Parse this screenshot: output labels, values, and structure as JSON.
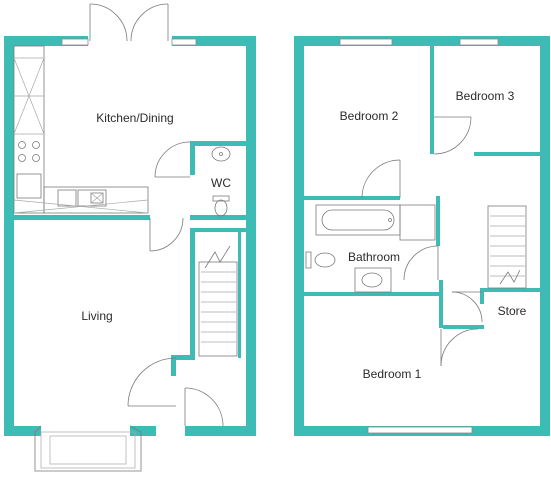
{
  "ground_floor": {
    "rooms": [
      {
        "label": "Kitchen/Dining"
      },
      {
        "label": "WC"
      },
      {
        "label": "Living"
      }
    ]
  },
  "first_floor": {
    "rooms": [
      {
        "label": "Bedroom 2"
      },
      {
        "label": "Bedroom 3"
      },
      {
        "label": "Bathroom"
      },
      {
        "label": "Store"
      },
      {
        "label": "Bedroom 1"
      }
    ]
  },
  "colors": {
    "wall": "#3cbcb4",
    "fixture": "#7a7a7a",
    "label": "#2b2b2b"
  }
}
